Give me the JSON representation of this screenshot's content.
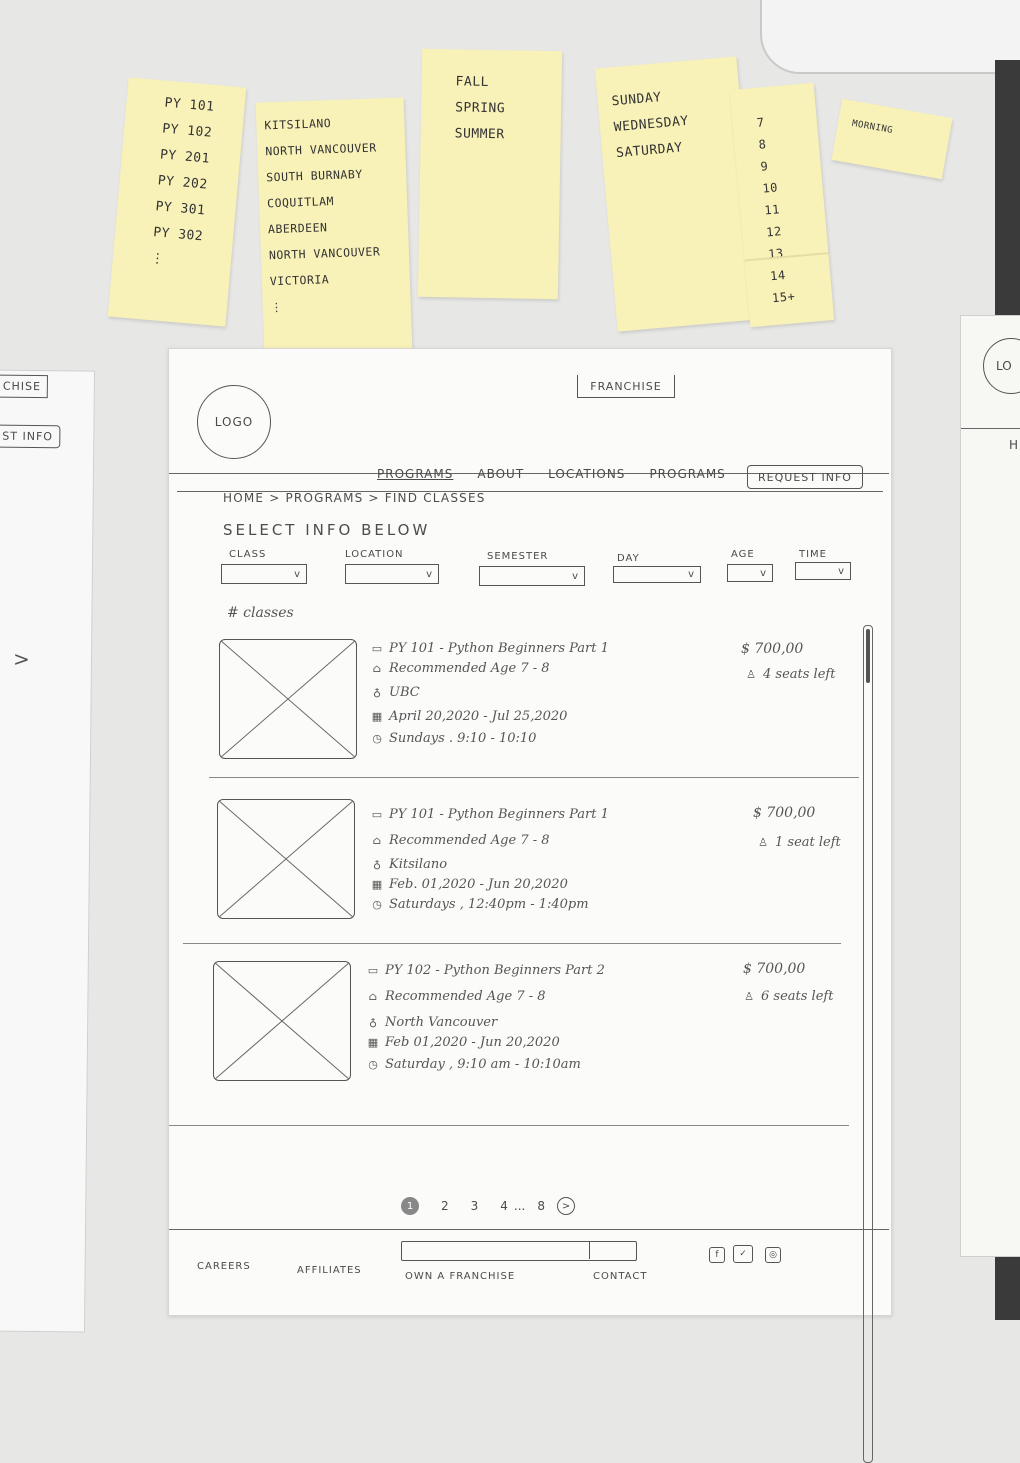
{
  "sticky_notes": {
    "classes": [
      "PY 101",
      "PY 102",
      "PY 201",
      "PY 202",
      "PY 301",
      "PY 302",
      "⋮"
    ],
    "locations": [
      "KITSILANO",
      "NORTH VANCOUVER",
      "SOUTH BURNABY",
      "COQUITLAM",
      "ABERDEEN",
      "NORTH VANCOUVER",
      "VICTORIA",
      "⋮"
    ],
    "semesters": [
      "FALL",
      "SPRING",
      "SUMMER"
    ],
    "days": [
      "SUNDAY",
      "WEDNESDAY",
      "SATURDAY"
    ],
    "ages": [
      "7",
      "8",
      "9",
      "10",
      "11",
      "12",
      "13",
      "14",
      "15+"
    ],
    "time": "MORNING"
  },
  "side_left": {
    "franchise_fragment": "CHISE",
    "request_fragment": "ST INFO",
    "arrow": ">"
  },
  "side_right": {
    "logo_fragment": "LO",
    "nav_fragment": "H"
  },
  "header": {
    "logo": "LOGO",
    "franchise_tab": "FRANCHISE",
    "nav": [
      "PROGRAMS",
      "ABOUT",
      "LOCATIONS",
      "PROGRAMS"
    ],
    "request_info": "REQUEST INFO"
  },
  "breadcrumb": "HOME > PROGRAMS > FIND CLASSES",
  "select_title": "SELECT INFO BELOW",
  "filters": [
    {
      "label": "CLASS",
      "chevron": "v"
    },
    {
      "label": "LOCATION",
      "chevron": "v"
    },
    {
      "label": "SEMESTER",
      "chevron": "v"
    },
    {
      "label": "DAY",
      "chevron": "v"
    },
    {
      "label": "AGE",
      "chevron": "v"
    },
    {
      "label": "TIME",
      "chevron": "v"
    }
  ],
  "class_count": "# classes",
  "classes": [
    {
      "title": "PY 101 - Python Beginners Part 1",
      "age": "Recommended Age 7 - 8",
      "location": "UBC",
      "dates": "April 20,2020 - Jul 25,2020",
      "schedule": "Sundays . 9:10 - 10:10",
      "price": "$ 700,00",
      "seats": "4 seats left"
    },
    {
      "title": "PY 101 - Python Beginners Part 1",
      "age": "Recommended Age 7 - 8",
      "location": "Kitsilano",
      "dates": "Feb. 01,2020 - Jun 20,2020",
      "schedule": "Saturdays , 12:40pm - 1:40pm",
      "price": "$ 700,00",
      "seats": "1 seat left"
    },
    {
      "title": "PY 102 - Python Beginners Part 2",
      "age": "Recommended Age 7 - 8",
      "location": "North Vancouver",
      "dates": "Feb 01,2020 - Jun 20,2020",
      "schedule": "Saturday , 9:10 am - 10:10am",
      "price": "$ 700,00",
      "seats": "6 seats left"
    }
  ],
  "pagination": {
    "current": "1",
    "pages": [
      "2",
      "3",
      "4",
      "...",
      "8"
    ],
    "next": ">"
  },
  "footer": {
    "links": [
      "CAREERS",
      "AFFILIATES",
      "OWN A FRANCHISE",
      "CONTACT"
    ]
  }
}
